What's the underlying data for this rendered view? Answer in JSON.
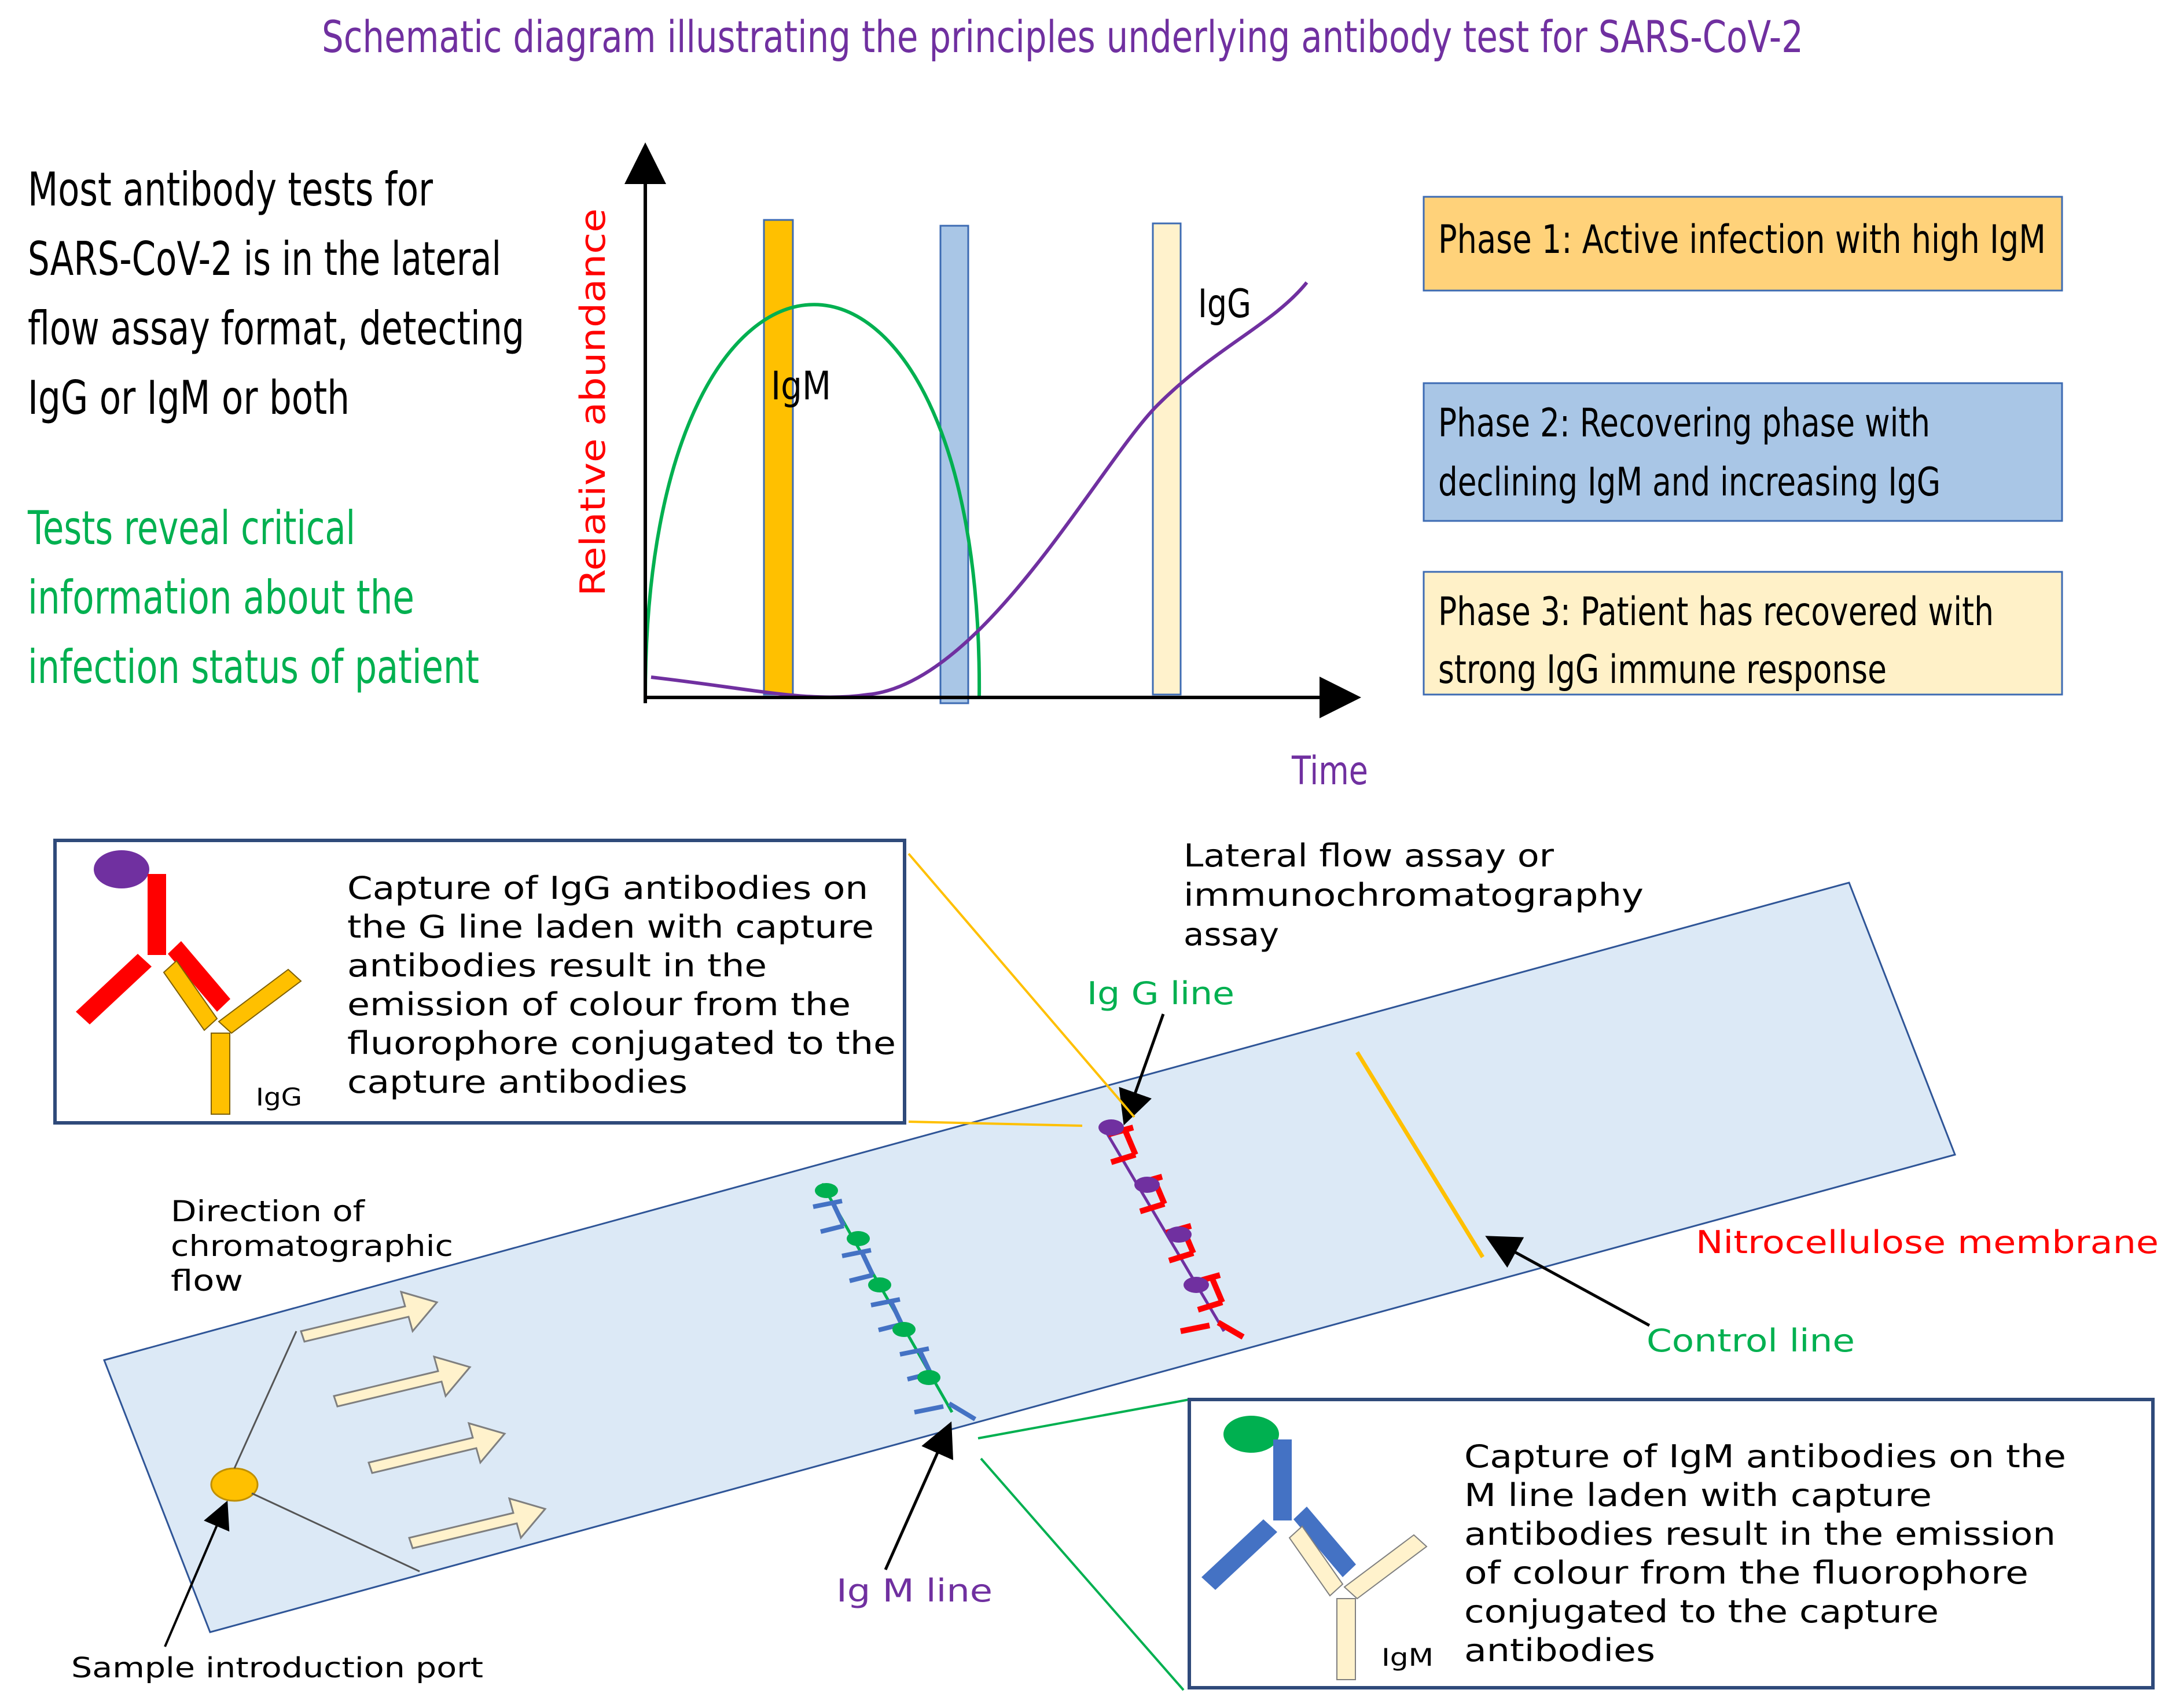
{
  "title": "Schematic diagram illustrating the principles underlying antibody test for SARS-CoV-2",
  "intro": {
    "lines": [
      "Most antibody tests for",
      "SARS-CoV-2 is in the lateral",
      "flow assay format, detecting",
      "IgG or IgM or both"
    ],
    "note_lines": [
      "Tests reveal critical",
      "information about the",
      "infection status of patient"
    ]
  },
  "graph": {
    "ylabel": "Relative abundance",
    "xlabel": "Time",
    "igm_label": "IgM",
    "igg_label": "IgG"
  },
  "phases": [
    {
      "lines": [
        "Phase 1: Active infection with high IgM"
      ],
      "color": "#FFD27A"
    },
    {
      "lines": [
        "Phase 2: Recovering phase with",
        "declining IgM and increasing IgG"
      ],
      "color": "#A9C6E6"
    },
    {
      "lines": [
        "Phase 3: Patient has recovered with",
        "strong IgG immune response"
      ],
      "color": "#FFF1C8"
    }
  ],
  "igg_box": {
    "lines": [
      "Capture of IgG antibodies on",
      "the G line laden with capture",
      "antibodies result in the",
      "emission of colour from the",
      "fluorophore conjugated to the",
      "capture antibodies"
    ],
    "antibody_label": "IgG"
  },
  "igm_box": {
    "lines": [
      "Capture of IgM antibodies on the",
      "M line laden with capture",
      "antibodies result in the emission",
      "of colour from the fluorophore",
      "conjugated to the capture",
      "antibodies"
    ],
    "antibody_label": "IgM"
  },
  "strip": {
    "assay_label_lines": [
      "Lateral flow assay or",
      "immunochromatography",
      "assay"
    ],
    "igg_line_label": "Ig G line",
    "igm_line_label": "Ig M line",
    "control_line_label": "Control line",
    "membrane_label": "Nitrocellulose membrane",
    "flow_label_lines": [
      "Direction of",
      "chromatographic",
      "flow"
    ],
    "sample_port_label": "Sample introduction port"
  },
  "colors": {
    "title": "#7030A0",
    "green": "#00B050",
    "red": "#FF0000",
    "purple": "#7030A0",
    "antibody_red": "#FF0000",
    "antibody_blue": "#4472C4",
    "antibody_yellow": "#FFC000",
    "antibody_cream": "#FFF2CC",
    "membrane": "#DCE9F6",
    "box_border": "#2F4A7A"
  }
}
